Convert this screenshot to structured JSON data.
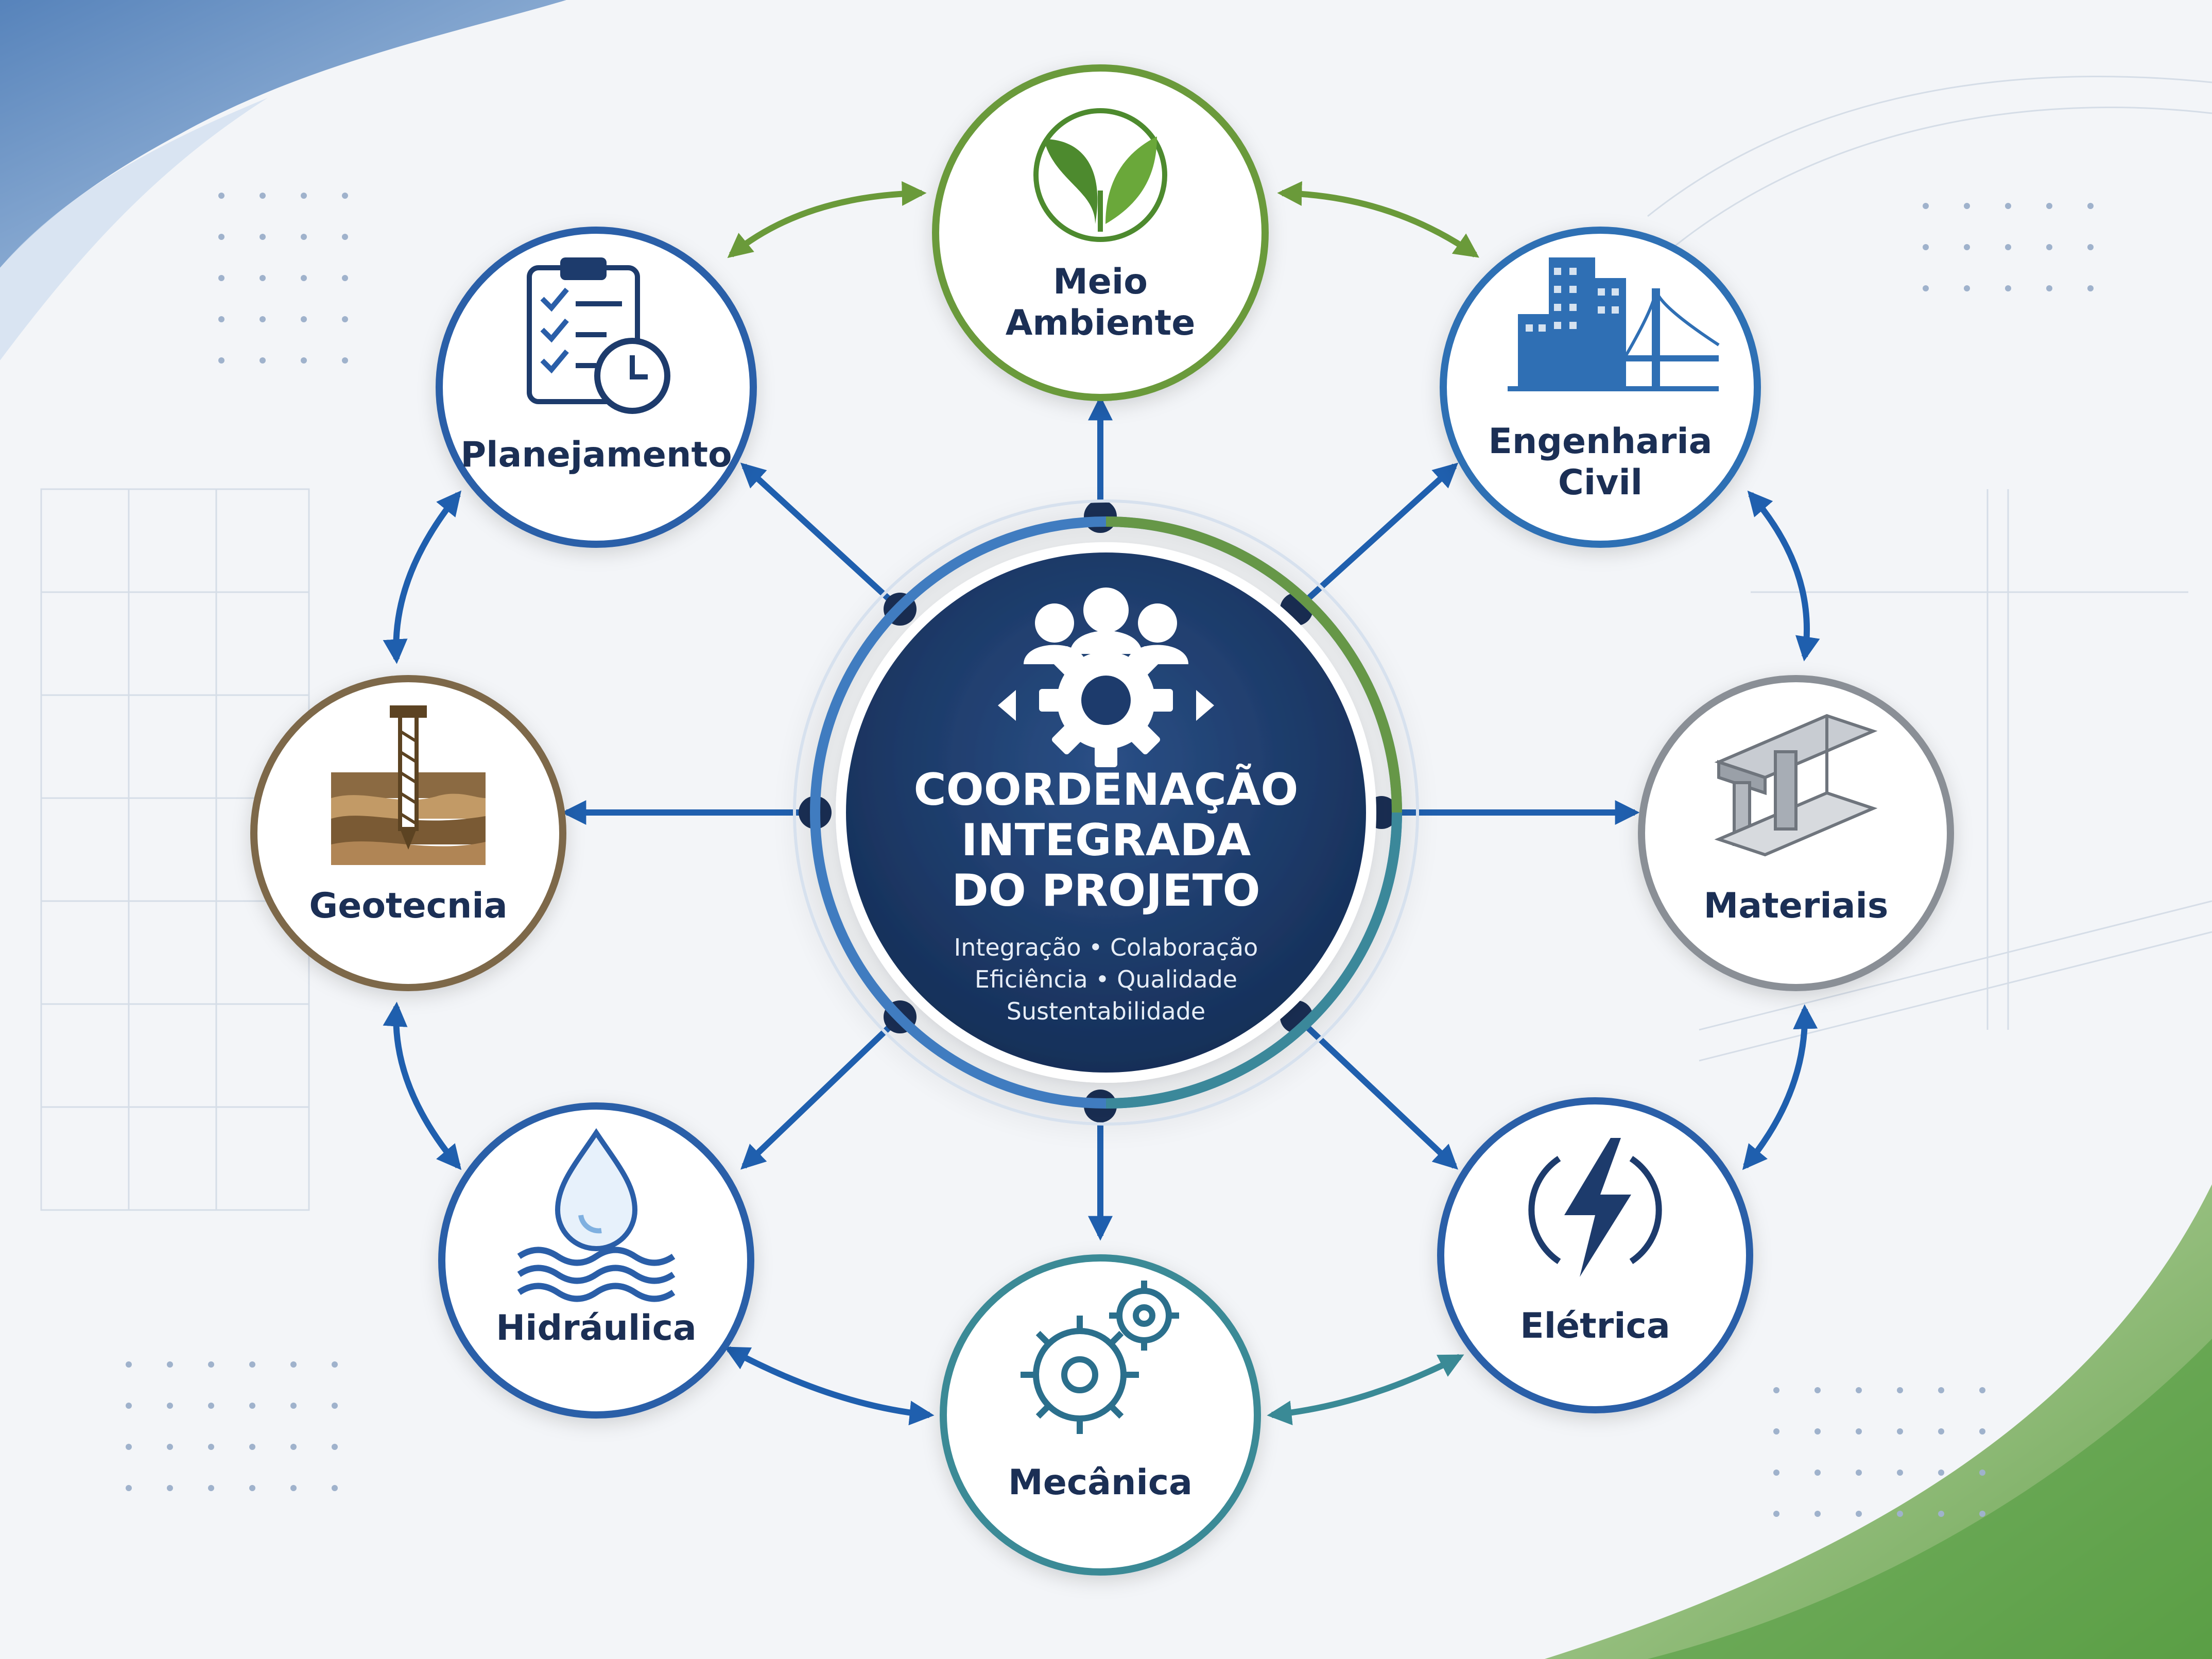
{
  "center": {
    "title_lines": [
      "COORDENAÇÃO",
      "INTEGRADA",
      "DO PROJETO"
    ],
    "subtitle_lines": [
      "Integração • Colaboração",
      "Eficiência • Qualidade",
      "Sustentabilidade"
    ],
    "icon": "team-gear-icon",
    "color": "#1c3a6b"
  },
  "nodes": [
    {
      "id": "meio-ambiente",
      "label_lines": [
        "Meio",
        "Ambiente"
      ],
      "icon": "leaf-icon",
      "color": "#6a9a3a"
    },
    {
      "id": "engenharia-civil",
      "label_lines": [
        "Engenharia",
        "Civil"
      ],
      "icon": "buildings-bridge-icon",
      "color": "#2f6fb4"
    },
    {
      "id": "materiais",
      "label_lines": [
        "Materiais"
      ],
      "icon": "steel-beam-icon",
      "color": "#8a8f96"
    },
    {
      "id": "eletrica",
      "label_lines": [
        "Elétrica"
      ],
      "icon": "lightning-icon",
      "color": "#2a5ea8"
    },
    {
      "id": "mecanica",
      "label_lines": [
        "Mecânica"
      ],
      "icon": "gears-icon",
      "color": "#3a8a96"
    },
    {
      "id": "hidraulica",
      "label_lines": [
        "Hidráulica"
      ],
      "icon": "water-drop-icon",
      "color": "#2a5ea8"
    },
    {
      "id": "geotecnia",
      "label_lines": [
        "Geotecnia"
      ],
      "icon": "soil-drill-icon",
      "color": "#7d6848"
    },
    {
      "id": "planejamento",
      "label_lines": [
        "Planejamento"
      ],
      "icon": "clipboard-clock-icon",
      "color": "#2a5ea8"
    }
  ],
  "colors": {
    "arrow_blue": "#1f5fae",
    "arrow_green": "#6a9a3a",
    "arrow_teal": "#3a8a96",
    "label_dark": "#1b2f55",
    "background": "#f3f5f8"
  }
}
